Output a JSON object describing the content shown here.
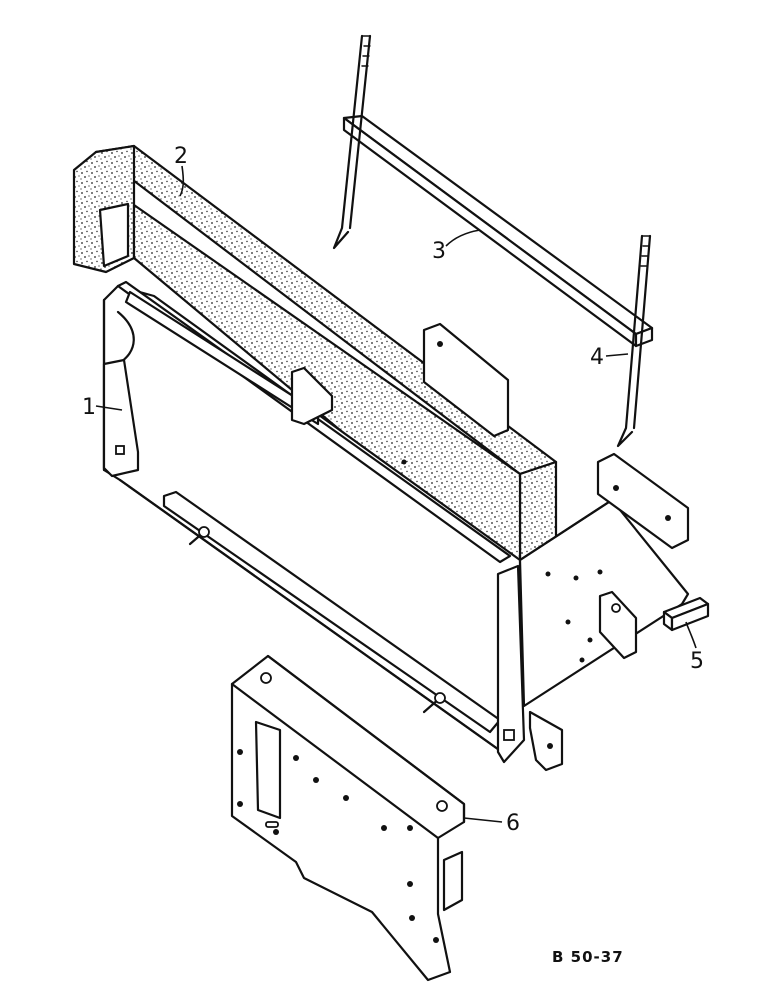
{
  "diagram": {
    "reference_code": "B 50-37",
    "callouts": [
      {
        "id": "1",
        "label": "1"
      },
      {
        "id": "2",
        "label": "2"
      },
      {
        "id": "3",
        "label": "3"
      },
      {
        "id": "4",
        "label": "4"
      },
      {
        "id": "5",
        "label": "5"
      },
      {
        "id": "6",
        "label": "6"
      }
    ]
  }
}
